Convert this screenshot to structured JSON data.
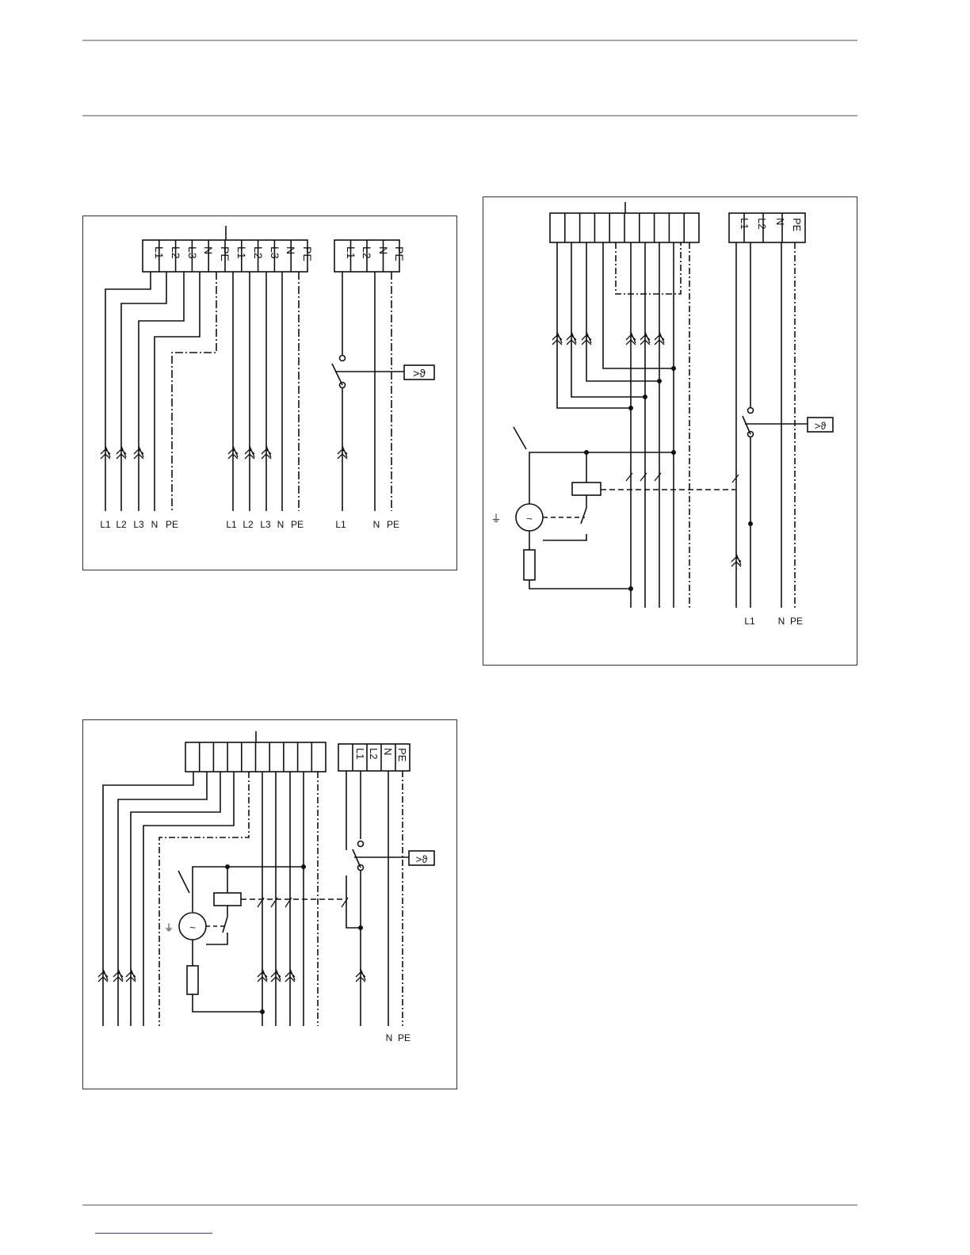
{
  "diagram1": {
    "block_a_terminals": [
      "L1",
      "L2",
      "L3",
      "N",
      "PE",
      "L1",
      "L2",
      "L3",
      "N",
      "PE"
    ],
    "block_b_terminals": [
      "L1",
      "L2",
      "N",
      "PE"
    ],
    "bottom_labels": [
      "L1",
      "L2",
      "L3",
      "N",
      "PE",
      "L1",
      "L2",
      "L3",
      "N",
      "PE",
      "L1",
      "N",
      "PE"
    ],
    "thermostat_symbol": ">ϑ"
  },
  "diagram2": {
    "block_b_terminals": [
      "L1",
      "L2",
      "N",
      "PE"
    ],
    "bottom_labels": [
      "L1",
      "N",
      "PE"
    ],
    "thermostat_symbol": ">ϑ",
    "ground_symbol": "⏚",
    "generator_symbol": "~"
  },
  "diagram3": {
    "block_b_terminals": [
      "L1",
      "L2",
      "N",
      "PE"
    ],
    "bottom_labels": [
      "N",
      "PE"
    ],
    "thermostat_symbol": ">ϑ",
    "ground_symbol": "⏚",
    "generator_symbol": "~"
  }
}
